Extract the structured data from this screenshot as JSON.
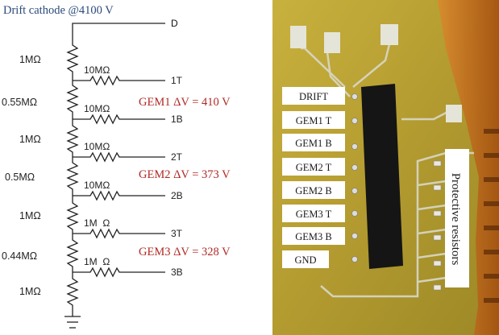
{
  "schematic": {
    "header": {
      "text": "Drift cathode @4100 V",
      "color": "#2a4a7a"
    },
    "terminal_D": "D",
    "series_resistors": [
      "1MΩ",
      "0.55MΩ",
      "1MΩ",
      "0.5MΩ",
      "1MΩ",
      "0.44MΩ",
      "1MΩ"
    ],
    "branches": [
      {
        "resistor": "10MΩ",
        "terminal": "1T"
      },
      {
        "resistor": "10MΩ",
        "terminal": "1B"
      },
      {
        "resistor": "10MΩ",
        "terminal": "2T"
      },
      {
        "resistor": "10MΩ",
        "terminal": "2B"
      },
      {
        "resistor": "1M  Ω",
        "terminal": "3T"
      },
      {
        "resistor": "1M  Ω",
        "terminal": "3B"
      }
    ],
    "gem_voltages": [
      {
        "text": "GEM1 ΔV = 410 V"
      },
      {
        "text": "GEM2 ΔV = 373 V"
      },
      {
        "text": "GEM3 ΔV = 328 V"
      }
    ],
    "gem_voltage_color": "#b02a25"
  },
  "photo": {
    "labels": [
      {
        "text": "DRIFT",
        "color": "#2a4a7a"
      },
      {
        "text": "GEM1 T",
        "color": "#b02a25"
      },
      {
        "text": "GEM1 B",
        "color": "#b02a25"
      },
      {
        "text": "GEM2 T",
        "color": "#b02a25"
      },
      {
        "text": "GEM2 B",
        "color": "#b02a25"
      },
      {
        "text": "GEM3 T",
        "color": "#b02a25"
      },
      {
        "text": "GEM3 B",
        "color": "#b02a25"
      },
      {
        "text": "GND",
        "color": "#1a1a1a"
      }
    ],
    "vertical_label": "Protective resistors",
    "board_color": "#b8a23a",
    "kapton_color": "#c96a1c"
  }
}
